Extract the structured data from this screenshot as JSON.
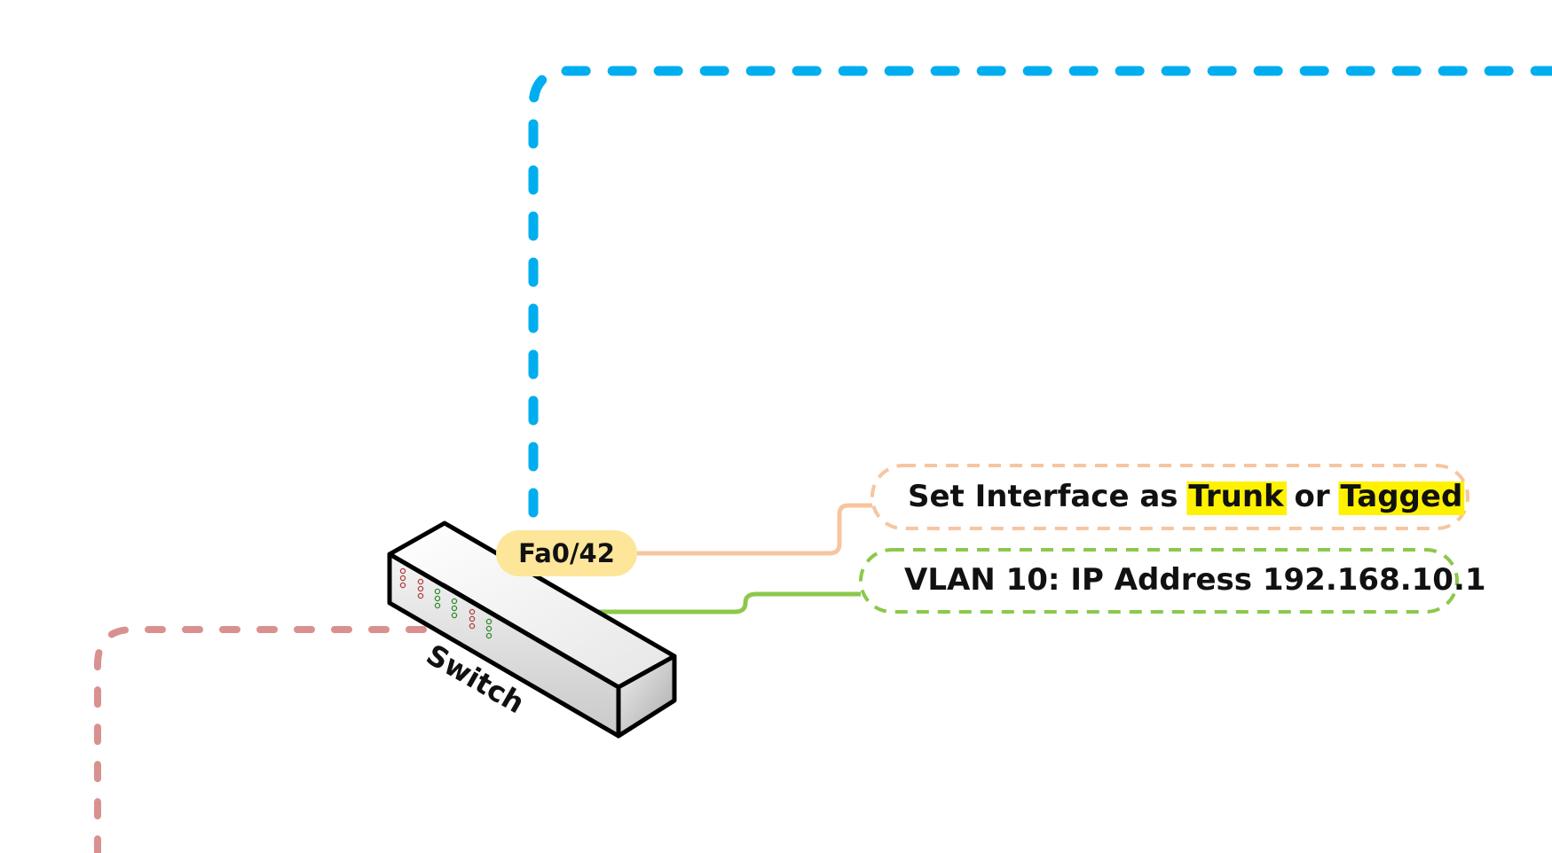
{
  "device": {
    "name": "Switch"
  },
  "port": {
    "label": "Fa0/42"
  },
  "callouts": [
    {
      "parts": [
        {
          "text": "Set Interface as ",
          "highlight": false
        },
        {
          "text": "Trunk",
          "highlight": true
        },
        {
          "text": " or ",
          "highlight": false
        },
        {
          "text": "Tagged",
          "highlight": true
        }
      ]
    },
    {
      "text": "VLAN 10: IP Address 192.168.10.1"
    }
  ],
  "colors": {
    "trunk_link": "#00aeef",
    "access_link": "#d9918f",
    "trunk_callout": "#f7c59f",
    "vlan_callout": "#8cc84b",
    "port_badge": "#fde59a",
    "highlight": "#fff200"
  }
}
